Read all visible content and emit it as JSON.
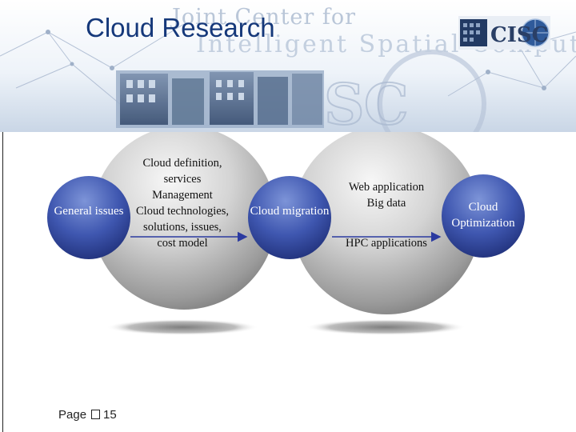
{
  "header": {
    "title": "Cloud Research",
    "bg_line1": "Joint Center for",
    "bg_line2": "Intelligent Spatial Computing",
    "logo_text": "CISC"
  },
  "diagram": {
    "left_circle": {
      "title": "General issues",
      "lines": [
        "Cloud definition,",
        "services",
        "Management",
        "Cloud technologies,",
        "solutions, issues,",
        "cost model"
      ]
    },
    "connector_node": {
      "title": "Cloud migration"
    },
    "right_circle": {
      "lines": [
        "Web application",
        "Big data",
        "",
        "HPC applications"
      ]
    },
    "end_node": {
      "title": "Cloud Optimization"
    },
    "colors": {
      "node_blue": "#3f57b0",
      "arrow": "#2b3aa0",
      "sphere_gray": "#8f8f8f"
    }
  },
  "footer": {
    "page_label": "Page",
    "page_number": "15"
  }
}
